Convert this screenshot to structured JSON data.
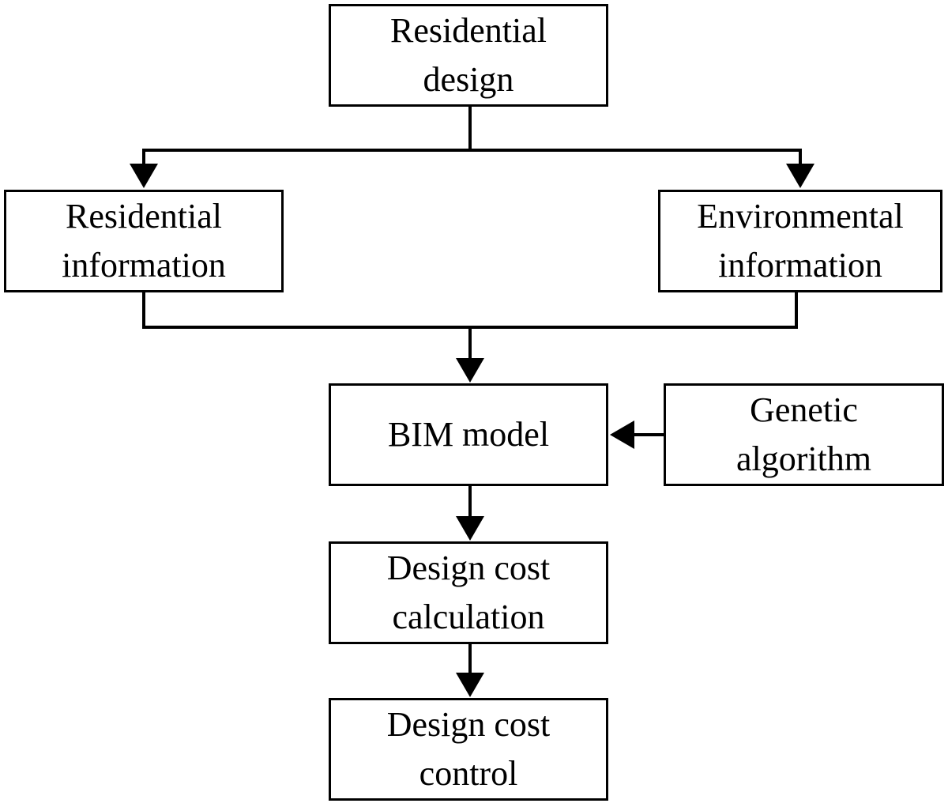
{
  "diagram": {
    "nodes": {
      "residential_design": [
        "Residential",
        "design"
      ],
      "residential_information": [
        "Residential",
        "information"
      ],
      "environmental_information": [
        "Environmental",
        "information"
      ],
      "bim_model": [
        "BIM model"
      ],
      "genetic_algorithm": [
        "Genetic",
        "algorithm"
      ],
      "design_cost_calculation": [
        "Design cost",
        "calculation"
      ],
      "design_cost_control": [
        "Design cost",
        "control"
      ]
    },
    "edges": [
      {
        "from": "residential_design",
        "to": "residential_information"
      },
      {
        "from": "residential_design",
        "to": "environmental_information"
      },
      {
        "from": "residential_information",
        "to": "bim_model"
      },
      {
        "from": "environmental_information",
        "to": "bim_model"
      },
      {
        "from": "genetic_algorithm",
        "to": "bim_model"
      },
      {
        "from": "bim_model",
        "to": "design_cost_calculation"
      },
      {
        "from": "design_cost_calculation",
        "to": "design_cost_control"
      }
    ],
    "colors": {
      "stroke": "#000000",
      "background": "#ffffff",
      "text": "#000000"
    }
  }
}
